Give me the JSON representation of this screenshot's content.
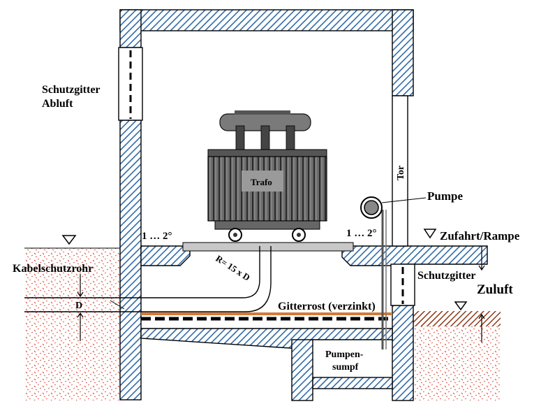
{
  "labels": {
    "schutzgitter_abluft_1": "Schutzgitter",
    "schutzgitter_abluft_2": "Abluft",
    "trafo": "Trafo",
    "tor": "Tor",
    "pumpe": "Pumpe",
    "slope_left": "1 … 2°",
    "slope_right": "1 … 2°",
    "zufahrt": "Zufahrt/Rampe",
    "kabelschutzrohr": "Kabelschutzrohr",
    "radius": "R= 15 x D",
    "diameter": "D",
    "schutzgitter_zuluft_1": "Schutzgitter",
    "schutzgitter_zuluft_2": "Zuluft",
    "gitterrost": "Gitterrost (verzinkt)",
    "pumpensumpf_1": "Pumpen-",
    "pumpensumpf_2": "sumpf"
  },
  "colors": {
    "wall": "#2f6aa8",
    "wall_bg": "#ffffff",
    "ground_dots": "#c0392b",
    "ground_hatch": "#8b3a1a",
    "floor_slab": "#c8c8c8",
    "trafo_body": "#5a5a5a"
  }
}
